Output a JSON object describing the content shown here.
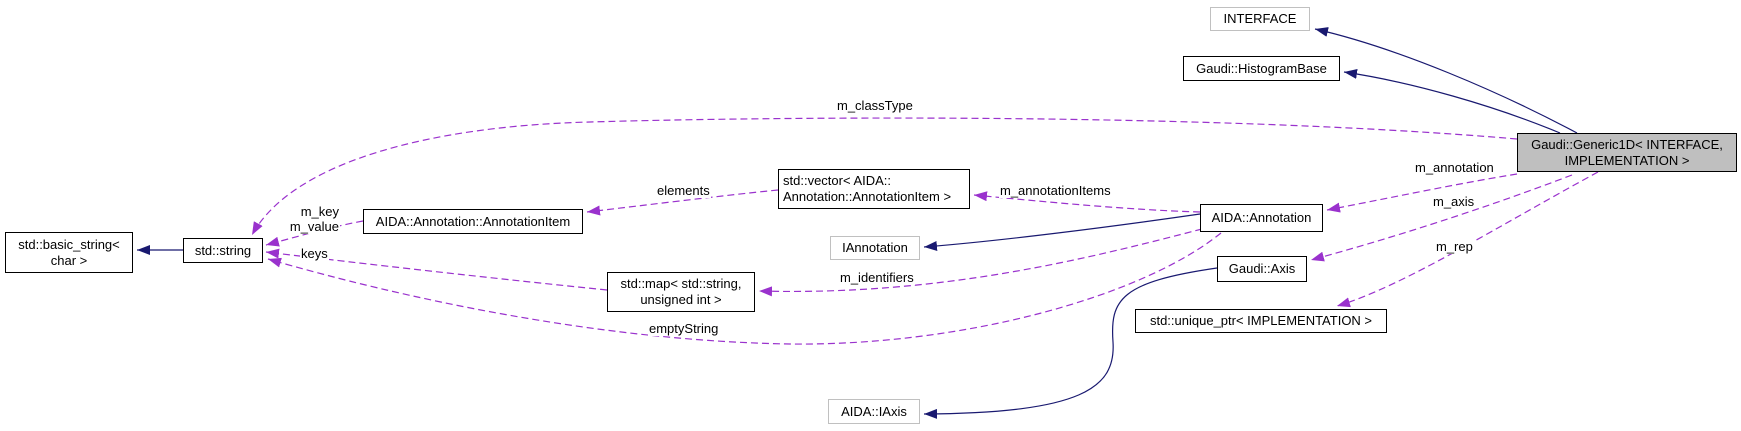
{
  "nodes": {
    "generic1d": {
      "line1": "Gaudi::Generic1D< INTERFACE,",
      "line2": "IMPLEMENTATION >"
    },
    "interface": {
      "label": "INTERFACE"
    },
    "histogram_base": {
      "label": "Gaudi::HistogramBase"
    },
    "basic_string": {
      "line1": "std::basic_string<",
      "line2": "char >"
    },
    "string": {
      "label": "std::string"
    },
    "annotation_item": {
      "label": "AIDA::Annotation::AnnotationItem"
    },
    "vector": {
      "line1": "std::vector< AIDA::",
      "line2": "Annotation::AnnotationItem >"
    },
    "iannotation": {
      "label": "IAnnotation"
    },
    "annotation": {
      "label": "AIDA::Annotation"
    },
    "map": {
      "line1": "std::map< std::string,",
      "line2": "unsigned int >"
    },
    "axis": {
      "label": "Gaudi::Axis"
    },
    "unique_ptr": {
      "label": "std::unique_ptr< IMPLEMENTATION >"
    },
    "iaxis": {
      "label": "AIDA::IAxis"
    }
  },
  "edge_labels": {
    "m_classType": "m_classType",
    "elements": "elements",
    "m_annotationItems": "m_annotationItems",
    "m_key": "m_key",
    "m_value": "m_value",
    "keys": "keys",
    "m_identifiers": "m_identifiers",
    "emptyString": "emptyString",
    "m_annotation": "m_annotation",
    "m_axis": "m_axis",
    "m_rep": "m_rep"
  },
  "colors": {
    "inheritance_edge": "#191970",
    "usage_edge": "#9a32cd",
    "highlight_fill": "#bfbfbf",
    "node_border": "#000000",
    "external_node_border": "#c0c0c0",
    "background": "#ffffff"
  }
}
